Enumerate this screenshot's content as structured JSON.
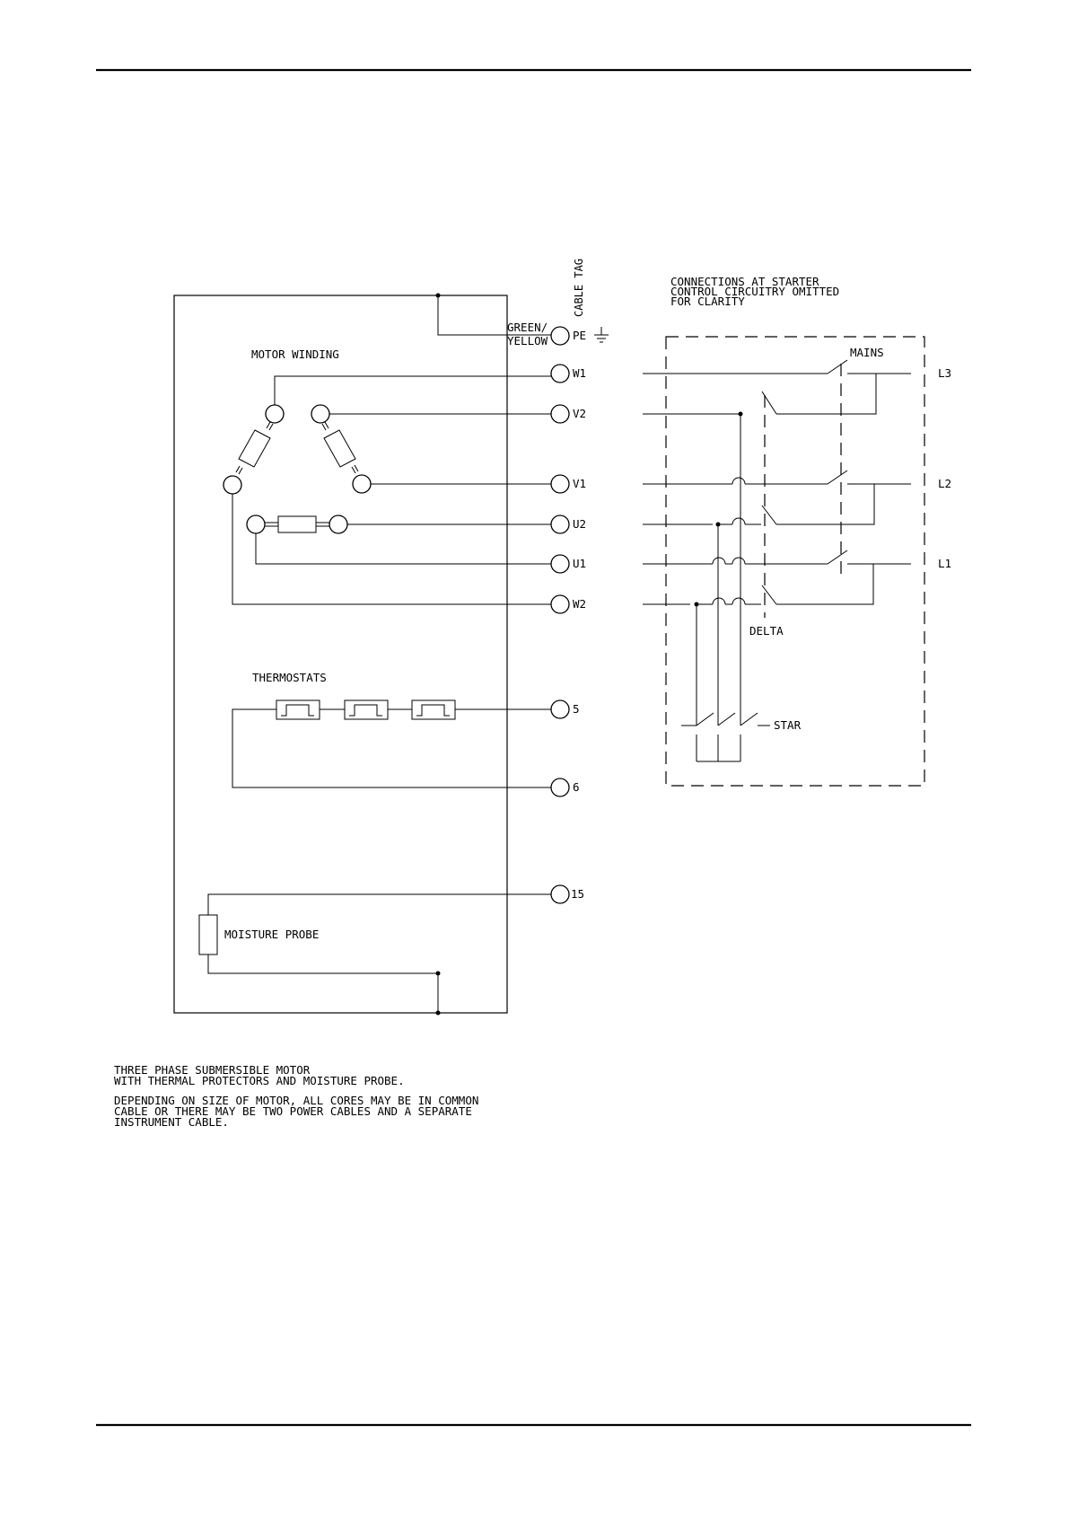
{
  "labels": {
    "cable_tag": "CABLE TAG",
    "green": "GREEN/",
    "yellow": "YELLOW",
    "starter_note_1": "CONNECTIONS AT STARTER",
    "starter_note_2": "CONTROL CIRCUITRY OMITTED",
    "starter_note_3": "FOR CLARITY",
    "motor_winding": "MOTOR WINDING",
    "thermostats": "THERMOSTATS",
    "moisture_probe": "MOISTURE PROBE",
    "mains": "MAINS",
    "delta": "DELTA",
    "star": "STAR"
  },
  "terminals": {
    "pe": "PE",
    "w1": "W1",
    "v2": "V2",
    "v1": "V1",
    "u2": "U2",
    "u1": "U1",
    "w2": "W2",
    "t5": "5",
    "t6": "6",
    "t15": "15"
  },
  "lines": {
    "l3": "L3",
    "l2": "L2",
    "l1": "L1"
  },
  "footer": {
    "line1": "THREE PHASE SUBMERSIBLE MOTOR",
    "line2": "WITH THERMAL PROTECTORS AND MOISTURE PROBE.",
    "line3": "DEPENDING ON SIZE OF MOTOR, ALL CORES MAY BE IN COMMON",
    "line4": "CABLE OR THERE MAY BE TWO POWER CABLES AND A SEPARATE",
    "line5": "INSTRUMENT CABLE."
  },
  "icons": {
    "earth": "earth-ground-icon",
    "thermostat": "thermostat-icon",
    "winding": "winding-coil-icon",
    "probe": "resistor-icon"
  }
}
